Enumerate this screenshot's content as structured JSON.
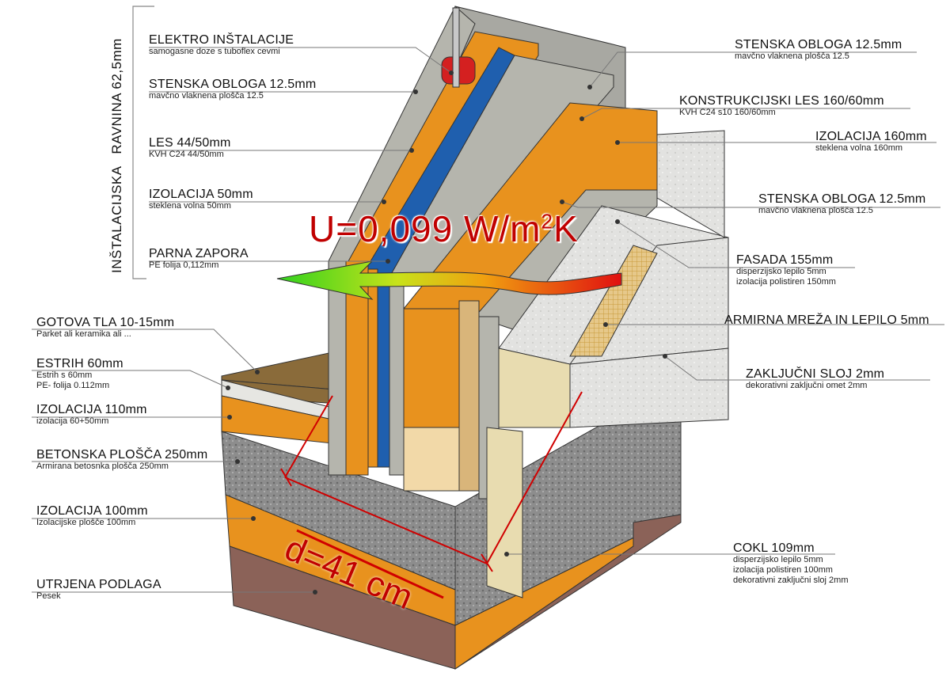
{
  "vertical_label": "INŠTALACIJSKA   RAVNINA 62,5mm",
  "u_value": {
    "prefix": "U=0,099 W/m",
    "sup": "2",
    "suffix": "K"
  },
  "thickness": "d=41 cm",
  "colors": {
    "insulation": "#e8921e",
    "vapor_barrier": "#1f5fae",
    "board": "#b5b5ad",
    "accent_red": "#c00000"
  },
  "labels_left": [
    {
      "title": "ELEKTRO INŠTALACIJE",
      "sub": [
        "samogasne doze s tuboflex cevmi"
      ]
    },
    {
      "title": "STENSKA OBLOGA 12.5mm",
      "sub": [
        "mavčno vlaknena plošča 12.5"
      ]
    },
    {
      "title": "LES 44/50mm",
      "sub": [
        "KVH C24  44/50mm"
      ]
    },
    {
      "title": "IZOLACIJA 50mm",
      "sub": [
        "steklena volna 50mm"
      ]
    },
    {
      "title": "PARNA ZAPORA",
      "sub": [
        "PE folija 0,112mm"
      ]
    },
    {
      "title": "GOTOVA TLA 10-15mm",
      "sub": [
        "Parket ali keramika ali ..."
      ]
    },
    {
      "title": "ESTRIH 60mm",
      "sub": [
        "Estrih s 60mm",
        "PE- folija 0.112mm"
      ]
    },
    {
      "title": "IZOLACIJA 110mm",
      "sub": [
        "izolacija 60+50mm"
      ]
    },
    {
      "title": "BETONSKA PLOŠČA 250mm",
      "sub": [
        "Armirana betosnka plošča 250mm"
      ]
    },
    {
      "title": "IZOLACIJA 100mm",
      "sub": [
        "Izolacijske plošče 100mm"
      ]
    },
    {
      "title": "UTRJENA PODLAGA",
      "sub": [
        "Pesek"
      ]
    }
  ],
  "labels_right": [
    {
      "title": "STENSKA OBLOGA 12.5mm",
      "sub": [
        "mavčno vlaknena plošča 12.5"
      ]
    },
    {
      "title": "KONSTRUKCIJSKI LES 160/60mm",
      "sub": [
        "KVH C24 s10 160/60mm"
      ]
    },
    {
      "title": "IZOLACIJA 160mm",
      "sub": [
        "steklena volna 160mm"
      ]
    },
    {
      "title": "STENSKA OBLOGA 12.5mm",
      "sub": [
        "mavčno vlaknena plošča 12.5"
      ]
    },
    {
      "title": "FASADA  155mm",
      "sub": [
        "disperzijsko lepilo 5mm",
        "izolacija polistiren 150mm"
      ]
    },
    {
      "title": "ARMIRNA MREŽA IN LEPILO 5mm",
      "sub": []
    },
    {
      "title": "ZAKLJUČNI SLOJ 2mm",
      "sub": [
        "dekorativni zaključni omet 2mm"
      ]
    },
    {
      "title": "COKL 109mm",
      "sub": [
        "disperzijsko lepilo 5mm",
        "izolacija polistiren 100mm",
        "dekorativni zaključni sloj 2mm"
      ]
    }
  ]
}
